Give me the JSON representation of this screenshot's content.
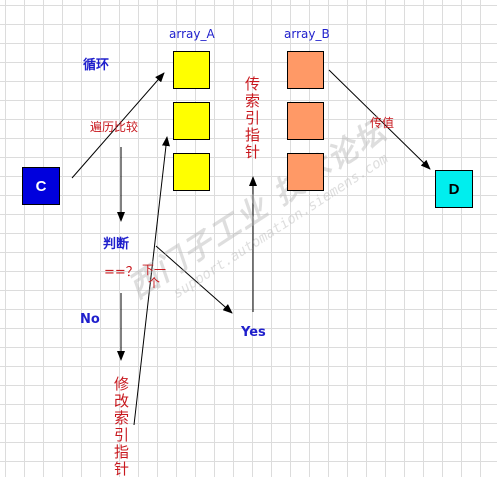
{
  "labels": {
    "array_a": "array_A",
    "array_b": "array_B",
    "loop": "循环",
    "traverse_compare": "遍历比较",
    "judge": "判断",
    "equal_check": "==？",
    "next_one": "下一个",
    "no": "No",
    "yes": "Yes",
    "pass_index_pointer": "传索引指针",
    "modify_index_pointer": "修改索引指针",
    "pass_value": "传值"
  },
  "nodes": {
    "c": "C",
    "d": "D"
  },
  "watermark": {
    "line1": "西门子工业 技术论坛",
    "line2": "support.automation.siemens.com"
  },
  "colors": {
    "node_c": "#0000dd",
    "node_d": "#00eeee",
    "array_a_cell": "#ffff00",
    "array_b_cell": "#ff9966",
    "label_blue": "#1f1fcc",
    "label_red": "#c8181e"
  }
}
